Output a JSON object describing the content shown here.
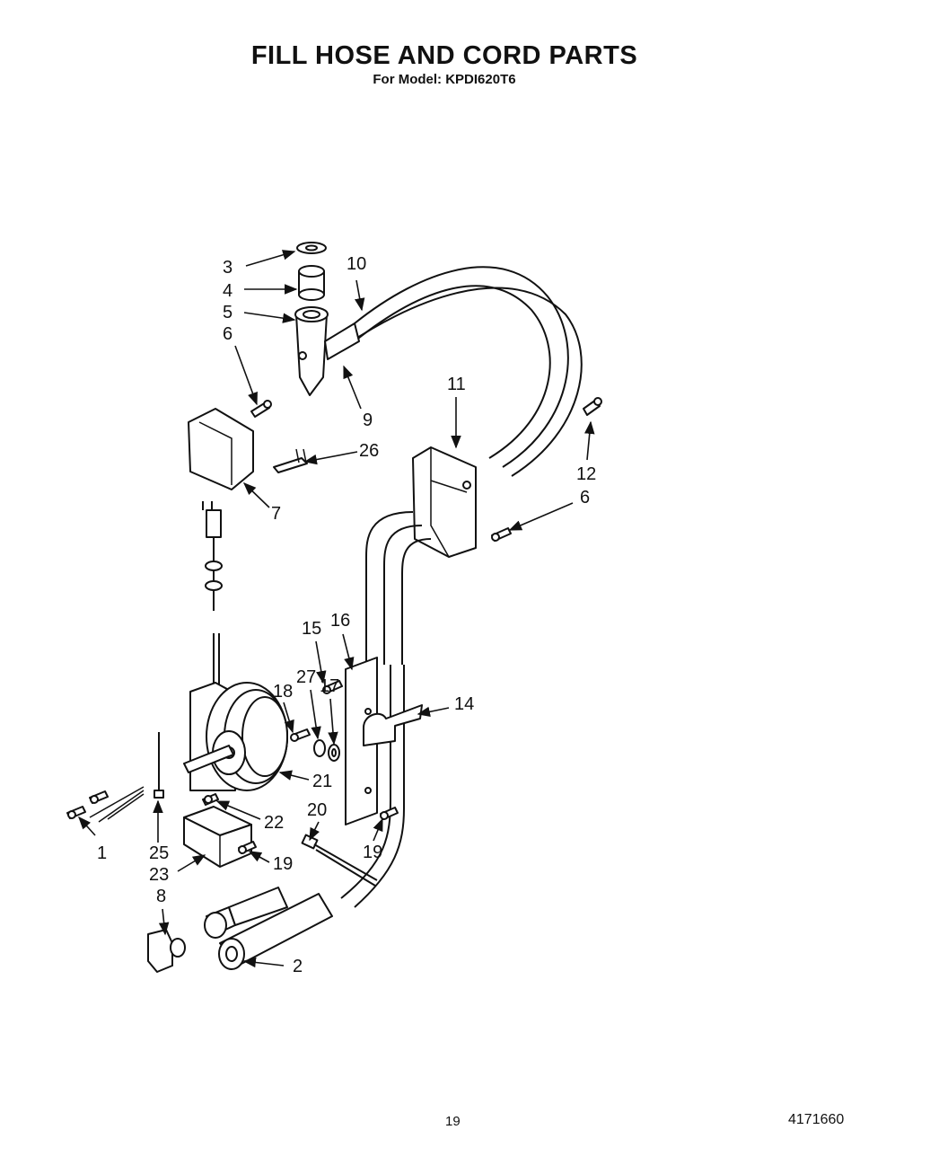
{
  "header": {
    "title": "FILL HOSE AND CORD PARTS",
    "subtitle": "For Model: KPDI620T6"
  },
  "footer": {
    "page_number": "19",
    "document_number": "4171660"
  },
  "callouts": {
    "c1": "1",
    "c2": "2",
    "c3": "3",
    "c4": "4",
    "c5": "5",
    "c6a": "6",
    "c6b": "6",
    "c7": "7",
    "c8": "8",
    "c9": "9",
    "c10": "10",
    "c11": "11",
    "c12": "12",
    "c14": "14",
    "c15": "15",
    "c16": "16",
    "c17": "17",
    "c18": "18",
    "c19a": "19",
    "c19b": "19",
    "c20": "20",
    "c21": "21",
    "c22": "22",
    "c23": "23",
    "c25": "25",
    "c26": "26",
    "c27": "27"
  }
}
